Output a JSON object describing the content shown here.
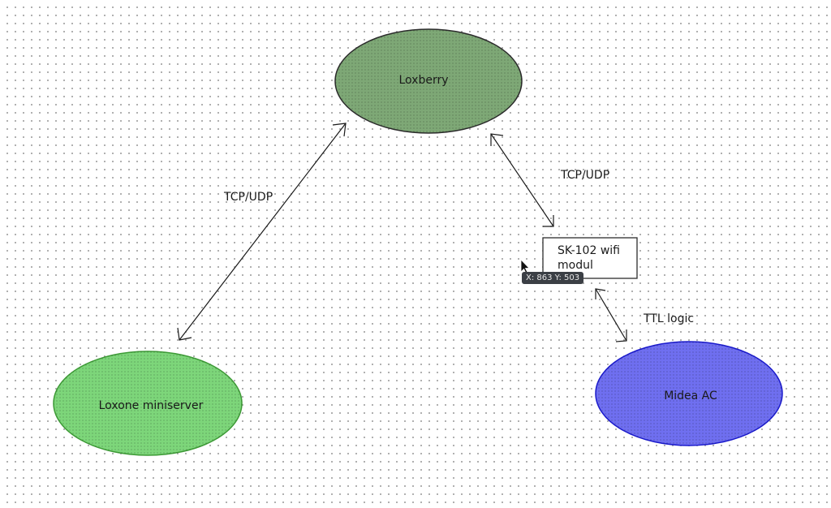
{
  "nodes": {
    "loxberry": {
      "label": "Loxberry",
      "fill": "#7ea876",
      "stroke": "#2c2c2c"
    },
    "loxone": {
      "label": "Loxone miniserver",
      "fill": "#7dd67a",
      "stroke": "#3d9a36"
    },
    "midea": {
      "label": "Midea AC",
      "fill": "#6f6ff0",
      "stroke": "#1a1acc"
    },
    "module": {
      "line1": "SK-102 wifi",
      "line2": "modul",
      "fill": "#ffffff",
      "stroke": "#2c2c2c"
    }
  },
  "edges": {
    "loxone_loxberry": {
      "label": "TCP/UDP"
    },
    "loxberry_module": {
      "label": "TCP/UDP"
    },
    "module_midea": {
      "label": "TTL logic"
    }
  },
  "cursor": {
    "coords_text": "X: 863 Y: 503"
  }
}
